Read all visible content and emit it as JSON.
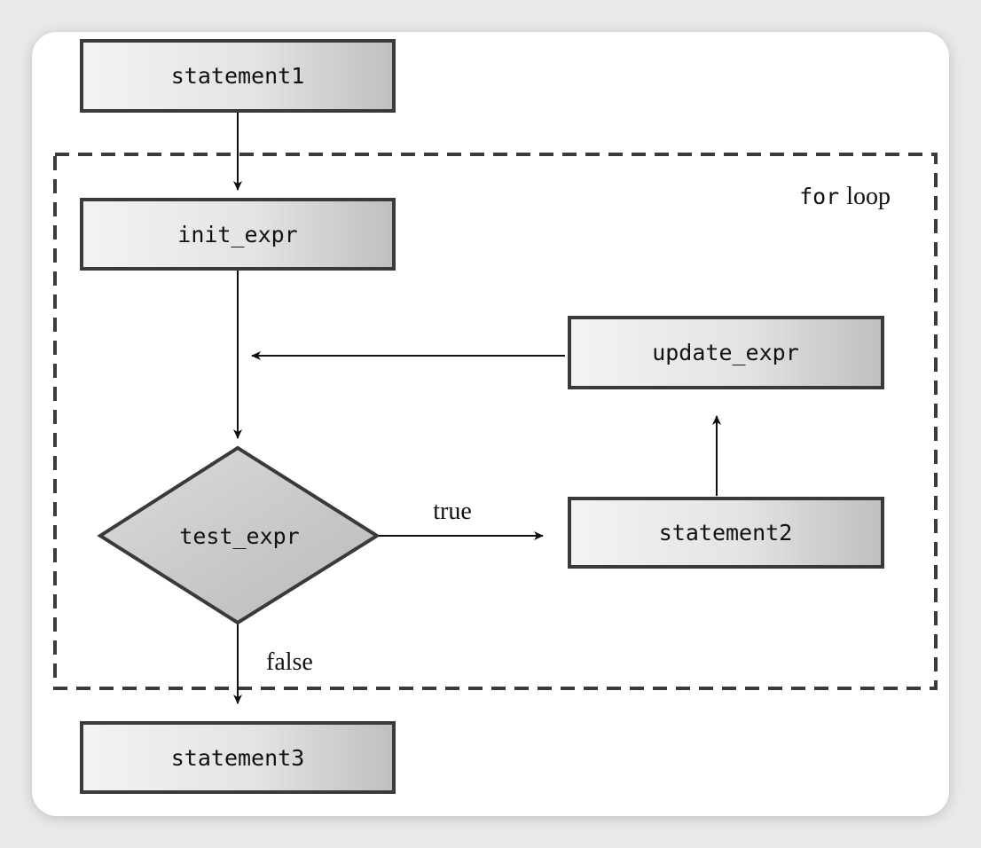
{
  "diagram": {
    "loop_label_keyword": "for",
    "loop_label_word": "loop",
    "nodes": {
      "statement1": "statement1",
      "init_expr": "init_expr",
      "update_expr": "update_expr",
      "test_expr": "test_expr",
      "statement2": "statement2",
      "statement3": "statement3"
    },
    "edges": {
      "true_label": "true",
      "false_label": "false"
    }
  },
  "colors": {
    "box_fill_light": "#f2f2f2",
    "box_fill_dark": "#c2c2c2",
    "box_border": "#3a3a3a",
    "line": "#111111"
  }
}
